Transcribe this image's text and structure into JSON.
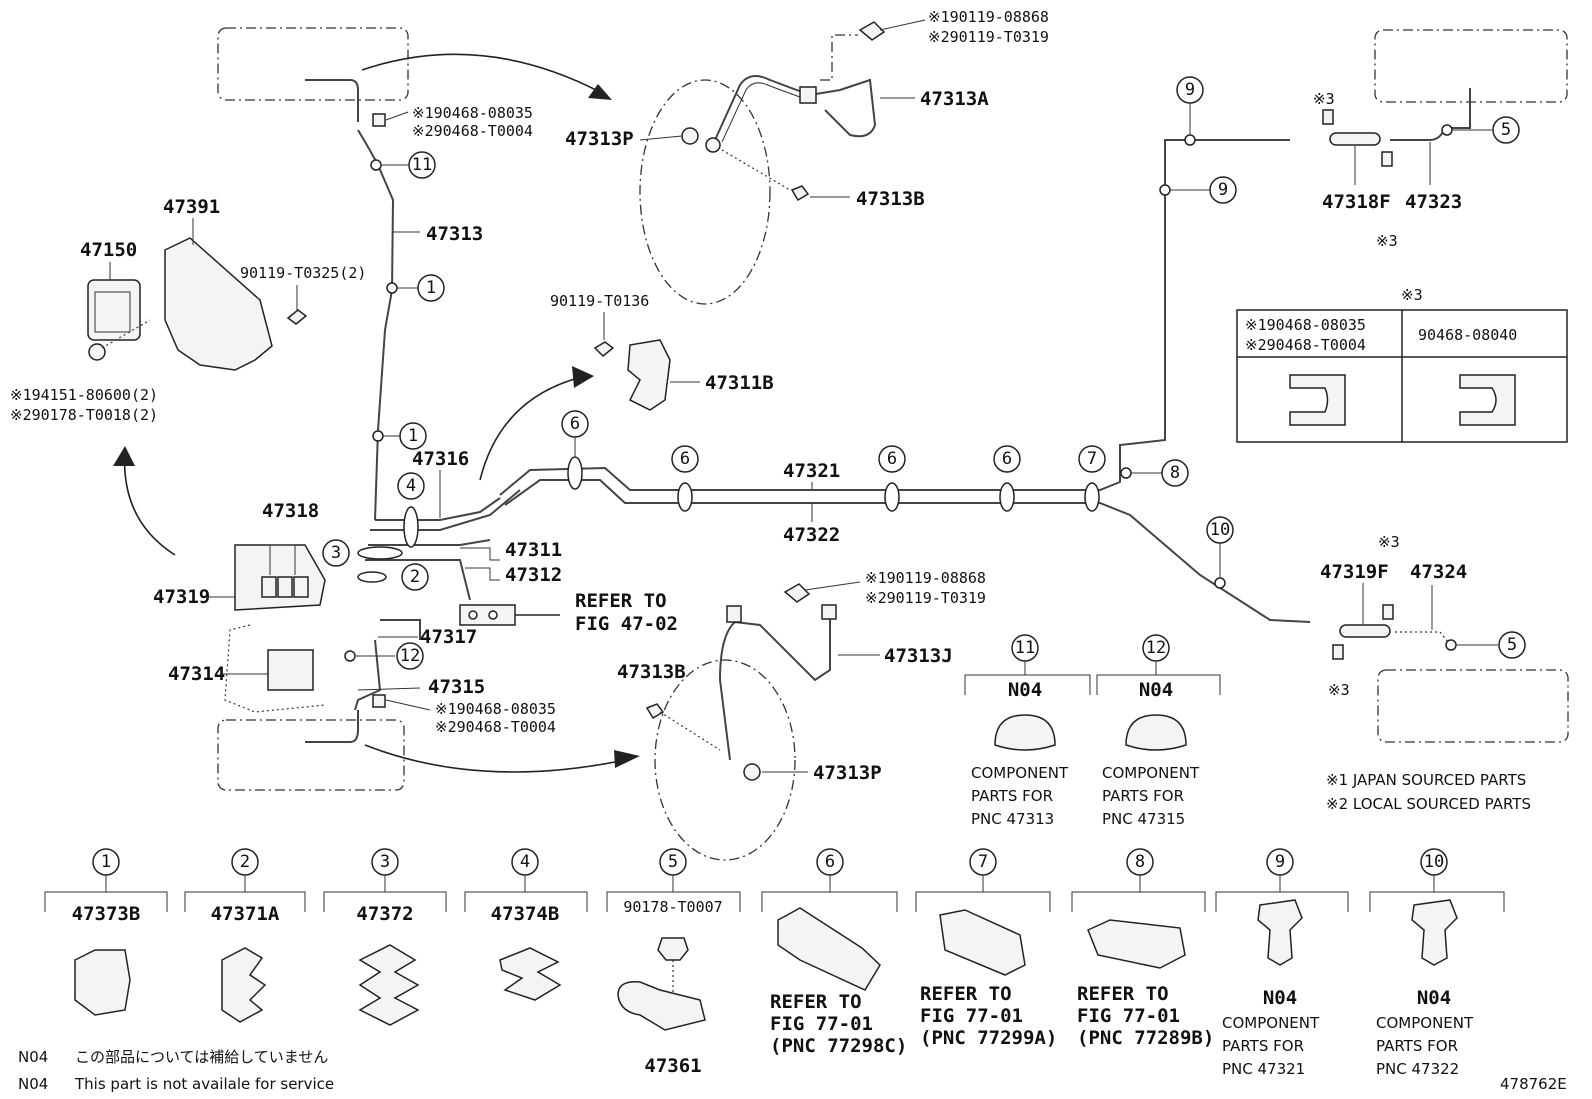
{
  "figure_code": "478762E",
  "part_labels": {
    "p47391": "47391",
    "p47150": "47150",
    "p90119_t0325": "90119-T0325(2)",
    "p94151": "※194151-80600(2)",
    "p90178_t0018": "※290178-T0018(2)",
    "p47313": "47313",
    "p90468_08035_top": "※190468-08035",
    "p90468_t0004_top": "※290468-T0004",
    "p90119_08868_top": "※190119-08868",
    "p90119_t0319_top": "※290119-T0319",
    "p47313A": "47313A",
    "p47313P_top": "47313P",
    "p47313B_top": "47313B",
    "p90119_t0136": "90119-T0136",
    "p47311B": "47311B",
    "p47316": "47316",
    "p47318": "47318",
    "p47319": "47319",
    "p47311": "47311",
    "p47312": "47312",
    "refer_to": "REFER TO",
    "fig_47_02": "FIG 47-02",
    "p47317": "47317",
    "p47314": "47314",
    "p47315": "47315",
    "p90468_08035_bot": "※190468-08035",
    "p90468_t0004_bot": "※290468-T0004",
    "p90119_08868_bot": "※190119-08868",
    "p90119_t0319_bot": "※290119-T0319",
    "p47313J": "47313J",
    "p47313B_bot": "47313B",
    "p47313P_bot": "47313P",
    "p47321": "47321",
    "p47322": "47322",
    "p47318F": "47318F",
    "p47323": "47323",
    "p47319F": "47319F",
    "p47324": "47324",
    "x3": "※3"
  },
  "callouts": {
    "c1": "1",
    "c2": "2",
    "c3": "3",
    "c4": "4",
    "c5": "5",
    "c6": "6",
    "c7": "7",
    "c8": "8",
    "c9": "9",
    "c10": "10",
    "c11": "11",
    "c12": "12"
  },
  "clip_table": {
    "title": "※3",
    "col1_line1": "※190468-08035",
    "col1_line2": "※290468-T0004",
    "col2": "90468-08040"
  },
  "grommets": {
    "g11": {
      "code": "N04",
      "l1": "COMPONENT",
      "l2": "PARTS FOR",
      "l3": "PNC 47313"
    },
    "g12": {
      "code": "N04",
      "l1": "COMPONENT",
      "l2": "PARTS FOR",
      "l3": "PNC 47315"
    }
  },
  "notes": {
    "n1": "※1 JAPAN SOURCED PARTS",
    "n2": "※2 LOCAL SOURCED PARTS"
  },
  "bottom_row": [
    {
      "num": "1",
      "top": "47373B"
    },
    {
      "num": "2",
      "top": "47371A"
    },
    {
      "num": "3",
      "top": "47372"
    },
    {
      "num": "4",
      "top": "47374B"
    },
    {
      "num": "5",
      "top": "90178-T0007",
      "bottom": "47361"
    },
    {
      "num": "6",
      "l1": "REFER TO",
      "l2": "FIG 77-01",
      "l3": "(PNC 77298C)"
    },
    {
      "num": "7",
      "l1": "REFER TO",
      "l2": "FIG 77-01",
      "l3": "(PNC 77299A)"
    },
    {
      "num": "8",
      "l1": "REFER TO",
      "l2": "FIG 77-01",
      "l3": "(PNC 77289B)"
    },
    {
      "num": "9",
      "code": "N04",
      "l1": "COMPONENT",
      "l2": "PARTS FOR",
      "l3": "PNC 47321"
    },
    {
      "num": "10",
      "code": "N04",
      "l1": "COMPONENT",
      "l2": "PARTS FOR",
      "l3": "PNC 47322"
    }
  ],
  "footnotes": {
    "jp_code": "N04",
    "jp_text": "この部品については補給していません",
    "en_code": "N04",
    "en_text": "This part is not availale for service"
  }
}
